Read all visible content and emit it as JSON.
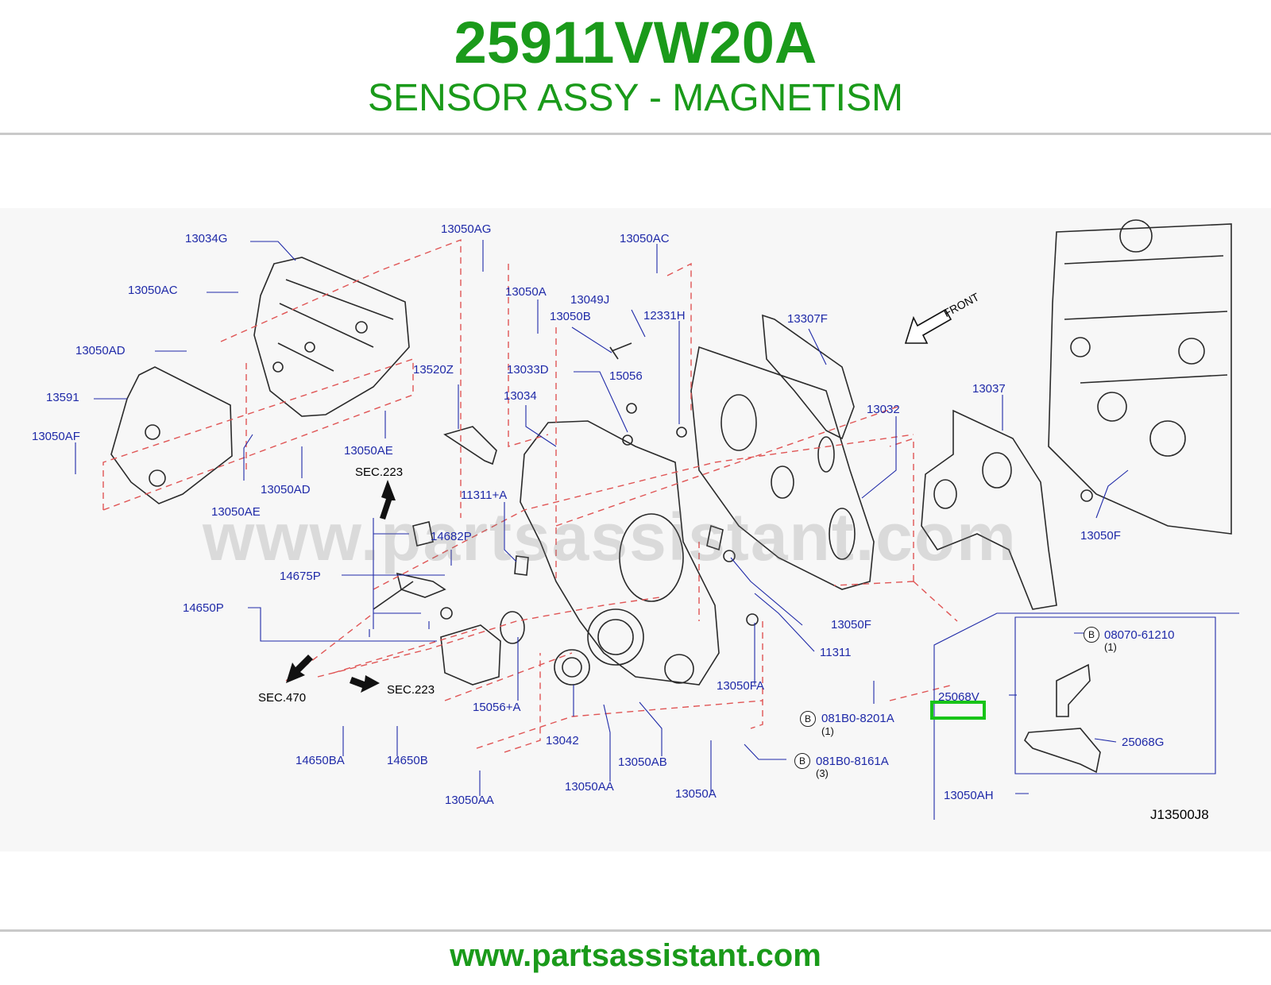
{
  "header": {
    "part_number": "25911VW20A",
    "part_name": "SENSOR ASSY - MAGNETISM"
  },
  "diagram": {
    "watermark": "www.partsassistant.com",
    "front_label": "FRONT",
    "diagram_code": "J13500J8",
    "highlighted_part": "25068V",
    "callouts": [
      "13034G",
      "13050AC",
      "13050AD",
      "13591",
      "13050AF",
      "13050AE",
      "13050AD",
      "13050AE",
      "13050AG",
      "13050AC",
      "13050A",
      "13049J",
      "13050B",
      "12331H",
      "13520Z",
      "13033D",
      "15056",
      "13034",
      "13307F",
      "13032",
      "13037",
      "13050F",
      "11311+A",
      "14682P",
      "14675P",
      "14650P",
      "13050F",
      "11311",
      "13050FA",
      "15056+A",
      "13042",
      "13050AB",
      "13050AA",
      "13050AA",
      "13050A",
      "14650BA",
      "14650B",
      "081B0-8201A",
      "081B0-8161A",
      "08070-61210",
      "25068V",
      "25068G",
      "13050AH"
    ],
    "section_refs": [
      "SEC.223",
      "SEC.223",
      "SEC.470"
    ],
    "bolt_badges": [
      "B",
      "B",
      "B"
    ],
    "quantity_notes": [
      "(1)",
      "(3)",
      "(1)"
    ]
  },
  "footer": {
    "url": "www.partsassistant.com"
  },
  "colors": {
    "brand_green": "#1a9a1a",
    "callout_blue": "#1f2aa8",
    "dashed_red": "#e05555",
    "highlight_green": "#18c418"
  }
}
